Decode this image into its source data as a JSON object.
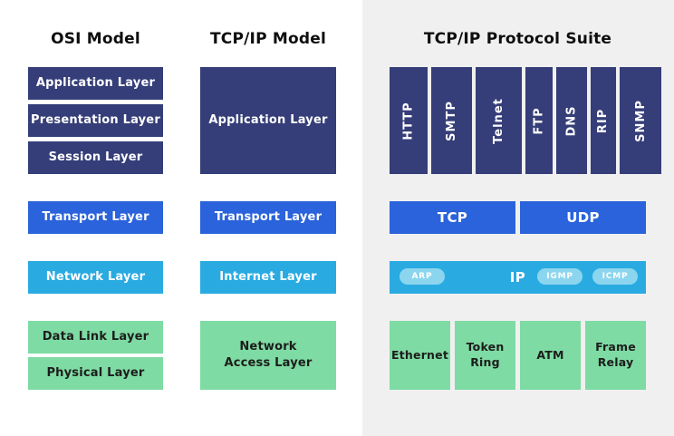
{
  "osi": {
    "title": "OSI Model",
    "layers": [
      "Application Layer",
      "Presentation Layer",
      "Session Layer",
      "Transport Layer",
      "Network Layer",
      "Data Link Layer",
      "Physical Layer"
    ]
  },
  "tcpip": {
    "title": "TCP/IP Model",
    "layers": [
      "Application Layer",
      "Transport Layer",
      "Internet Layer",
      "Network Access Layer"
    ]
  },
  "suite": {
    "title": "TCP/IP Protocol Suite",
    "app_protocols": [
      "HTTP",
      "SMTP",
      "Telnet",
      "FTP",
      "DNS",
      "RIP",
      "SNMP"
    ],
    "transport_protocols": [
      "TCP",
      "UDP"
    ],
    "internet": {
      "main": "IP",
      "left_pills": [
        "ARP"
      ],
      "right_pills": [
        "IGMP",
        "ICMP"
      ]
    },
    "link_protocols": [
      "Ethernet",
      "Token Ring",
      "ATM",
      "Frame Relay"
    ]
  },
  "colors": {
    "navy": "#353e78",
    "royal_blue": "#2a63db",
    "cyan": "#29abe2",
    "green": "#7edba3",
    "pill_blue": "#8cd5ee",
    "panel_gray": "#f0f0f1",
    "text_dark": "#1d1d1d",
    "text_light": "#ffffff"
  }
}
